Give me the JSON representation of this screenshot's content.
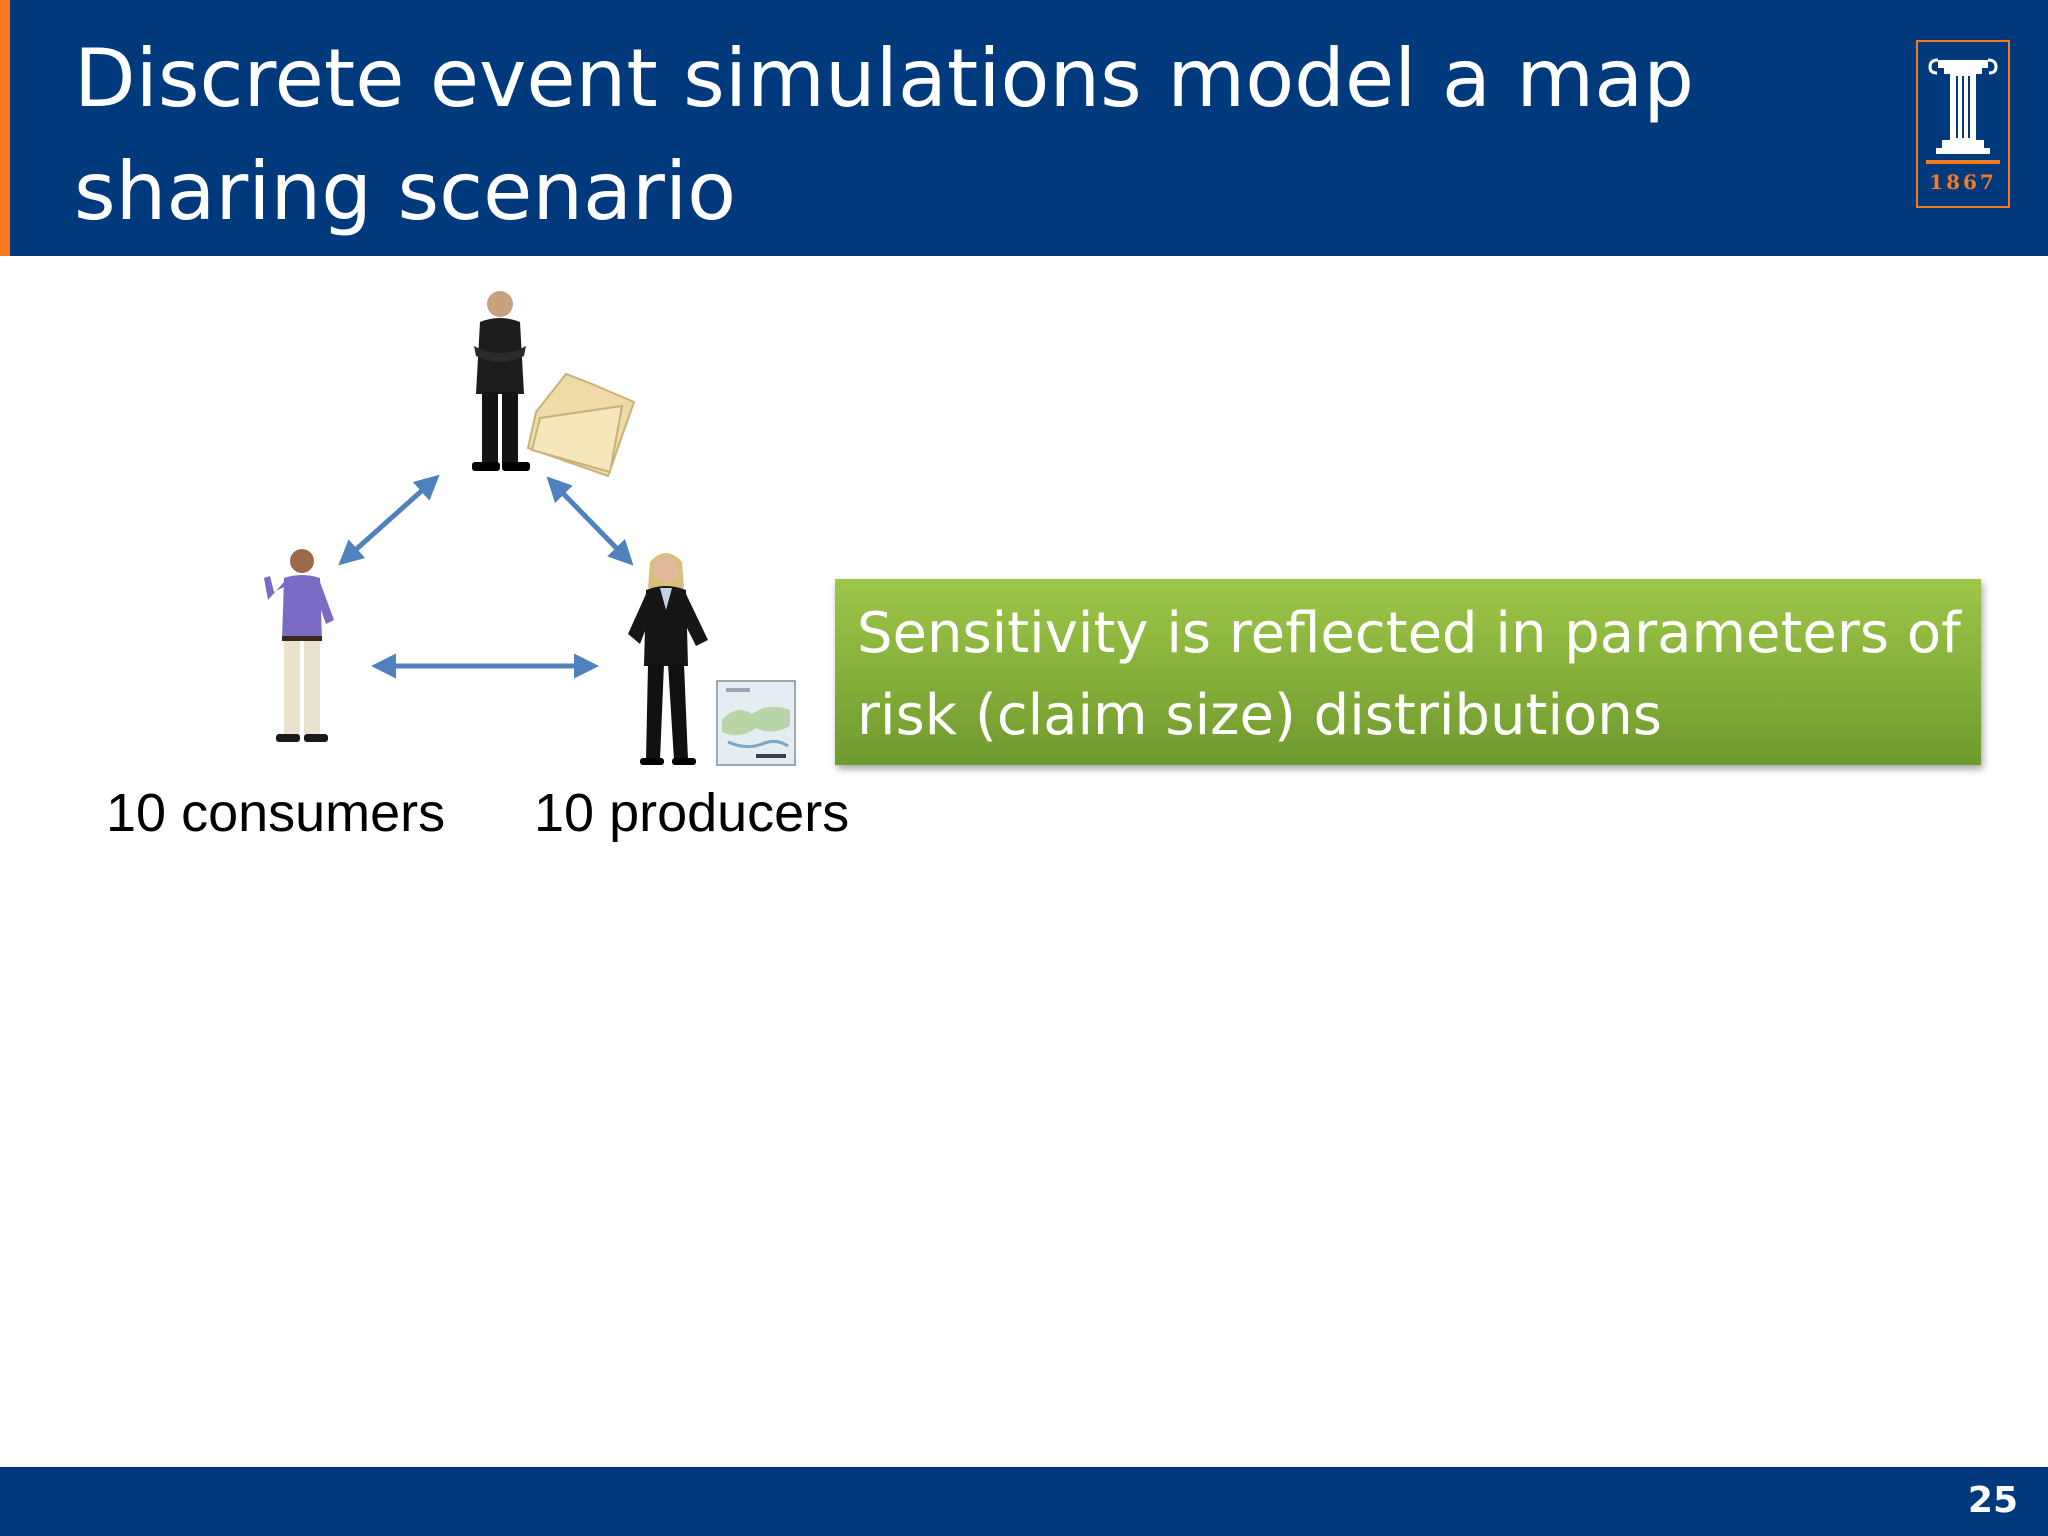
{
  "slide": {
    "title": "Discrete event simulations model a map sharing scenario",
    "logo": {
      "year": "1867"
    },
    "labels": {
      "consumers": "10 consumers",
      "producers": "10 producers"
    },
    "callout": {
      "text": "Sensitivity is reflected in parameters of risk (claim size) distributions"
    },
    "page_number": "25"
  },
  "colors": {
    "header": "#003a7d",
    "accent": "#f47b20",
    "callout_top": "#9dc748",
    "callout_bottom": "#6f9a2e",
    "arrow": "#4f81bd"
  }
}
